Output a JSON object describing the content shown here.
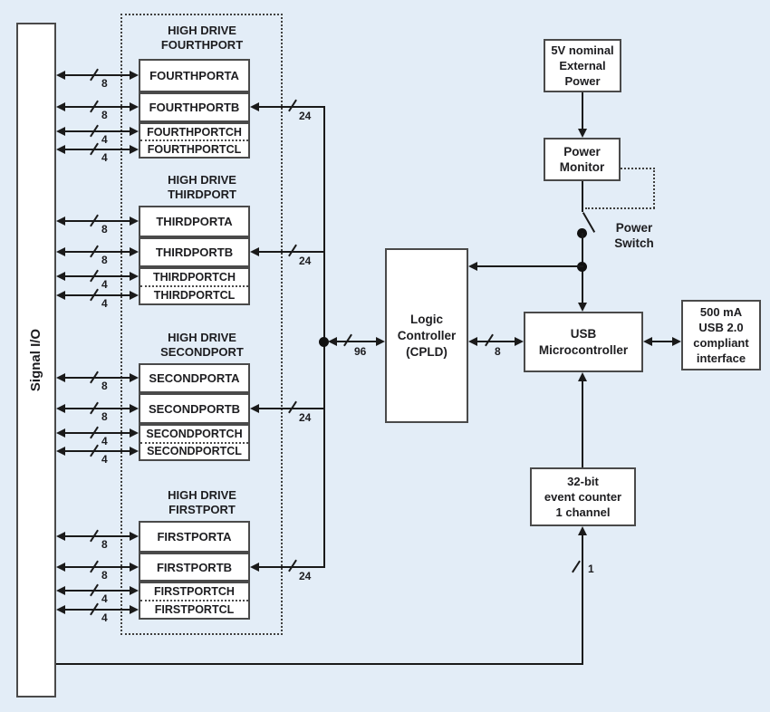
{
  "colors": {
    "background": "#e3edf7",
    "line": "#1a1a1a",
    "box_border": "#4a4a4a",
    "text": "#1d1d20",
    "box_fill": "#ffffff"
  },
  "signal_io": {
    "label": "Signal I/O"
  },
  "port_groups": [
    {
      "title": "HIGH DRIVE\nFOURTHPORT",
      "ports": [
        "FOURTHPORTA",
        "FOURTHPORTB",
        "FOURTHPORTCH",
        "FOURTHPORTCL"
      ],
      "wire_widths": [
        "8",
        "8",
        "4",
        "4"
      ],
      "bus_width": "24"
    },
    {
      "title": "HIGH DRIVE\nTHIRDPORT",
      "ports": [
        "THIRDPORTA",
        "THIRDPORTB",
        "THIRDPORTCH",
        "THIRDPORTCL"
      ],
      "wire_widths": [
        "8",
        "8",
        "4",
        "4"
      ],
      "bus_width": "24"
    },
    {
      "title": "HIGH DRIVE\nSECONDPORT",
      "ports": [
        "SECONDPORTA",
        "SECONDPORTB",
        "SECONDPORTCH",
        "SECONDPORTCL"
      ],
      "wire_widths": [
        "8",
        "8",
        "4",
        "4"
      ],
      "bus_width": "24"
    },
    {
      "title": "HIGH DRIVE\nFIRSTPORT",
      "ports": [
        "FIRSTPORTA",
        "FIRSTPORTB",
        "FIRSTPORTCH",
        "FIRSTPORTCL"
      ],
      "wire_widths": [
        "8",
        "8",
        "4",
        "4"
      ],
      "bus_width": "24"
    }
  ],
  "buses": {
    "cpld_bus": "96",
    "usb_bus": "8",
    "counter_input": "1"
  },
  "blocks": {
    "logic_controller": "Logic\nController\n(CPLD)",
    "usb_microcontroller": "USB\nMicrocontroller",
    "usb_interface": "500 mA\nUSB 2.0\ncompliant\ninterface",
    "external_power": "5V nominal\nExternal\nPower",
    "power_monitor": "Power\nMonitor",
    "power_switch": "Power\nSwitch",
    "event_counter": "32-bit\nevent counter\n1 channel"
  }
}
